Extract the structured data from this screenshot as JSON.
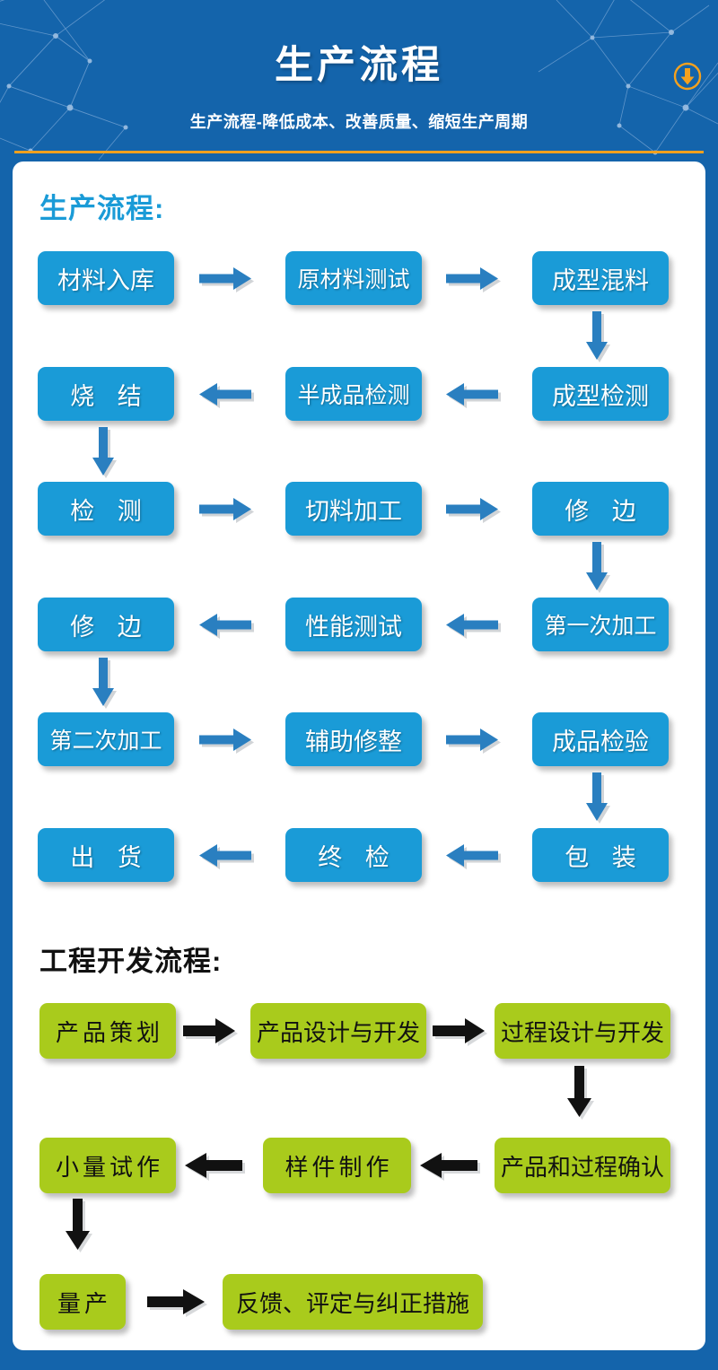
{
  "header": {
    "title": "生产流程",
    "subtitle": "生产流程-降低成本、改善质量、缩短生产周期",
    "download_icon": "download-circle-icon",
    "bg_color": "#1464ab",
    "rule_color": "#f0a01e",
    "icon_color": "#f5a11e"
  },
  "colors": {
    "blue_node": "#1a9bd7",
    "green_node": "#a9cb1c",
    "blue_heading": "#1a9bd7",
    "blue_arrow": "#2a7fc0",
    "black_arrow": "#111111",
    "card_bg": "#ffffff"
  },
  "production": {
    "heading": "生产流程:",
    "node_color": "#1a9bd7",
    "arrow_color": "#2a7fc0",
    "nodes": [
      {
        "id": "p1",
        "label": "材料入库",
        "row": 1,
        "col": 1
      },
      {
        "id": "p2",
        "label": "原材料测试",
        "row": 1,
        "col": 2
      },
      {
        "id": "p3",
        "label": "成型混料",
        "row": 1,
        "col": 3
      },
      {
        "id": "p4",
        "label": "成型检测",
        "row": 2,
        "col": 3
      },
      {
        "id": "p5",
        "label": "半成品检测",
        "row": 2,
        "col": 2
      },
      {
        "id": "p6",
        "label": "烧 结",
        "row": 2,
        "col": 1
      },
      {
        "id": "p7",
        "label": "检 测",
        "row": 3,
        "col": 1
      },
      {
        "id": "p8",
        "label": "切料加工",
        "row": 3,
        "col": 2
      },
      {
        "id": "p9",
        "label": "修 边",
        "row": 3,
        "col": 3
      },
      {
        "id": "p10",
        "label": "第一次加工",
        "row": 4,
        "col": 3
      },
      {
        "id": "p11",
        "label": "性能测试",
        "row": 4,
        "col": 2
      },
      {
        "id": "p12",
        "label": "修 边",
        "row": 4,
        "col": 1
      },
      {
        "id": "p13",
        "label": "第二次加工",
        "row": 5,
        "col": 1
      },
      {
        "id": "p14",
        "label": "辅助修整",
        "row": 5,
        "col": 2
      },
      {
        "id": "p15",
        "label": "成品检验",
        "row": 5,
        "col": 3
      },
      {
        "id": "p16",
        "label": "包 装",
        "row": 6,
        "col": 3
      },
      {
        "id": "p17",
        "label": "终 检",
        "row": 6,
        "col": 2
      },
      {
        "id": "p18",
        "label": "出 货",
        "row": 6,
        "col": 1
      }
    ],
    "flow_order": [
      "材料入库",
      "原材料测试",
      "成型混料",
      "成型检测",
      "半成品检测",
      "烧 结",
      "检 测",
      "切料加工",
      "修 边",
      "第一次加工",
      "性能测试",
      "修 边",
      "第二次加工",
      "辅助修整",
      "成品检验",
      "包 装",
      "终 检",
      "出 货"
    ]
  },
  "engineering": {
    "heading": "工程开发流程:",
    "node_color": "#a9cb1c",
    "arrow_color": "#111111",
    "nodes": [
      {
        "id": "e1",
        "label": "产品策划",
        "row": 1,
        "col": 1
      },
      {
        "id": "e2",
        "label": "产品设计与开发",
        "row": 1,
        "col": 2
      },
      {
        "id": "e3",
        "label": "过程设计与开发",
        "row": 1,
        "col": 3
      },
      {
        "id": "e4",
        "label": "产品和过程确认",
        "row": 2,
        "col": 3
      },
      {
        "id": "e5",
        "label": "样件制作",
        "row": 2,
        "col": 2
      },
      {
        "id": "e6",
        "label": "小量试作",
        "row": 2,
        "col": 1
      },
      {
        "id": "e7",
        "label": "量产",
        "row": 3,
        "col": 1
      },
      {
        "id": "e8",
        "label": "反馈、评定与纠正措施",
        "row": 3,
        "col": 2
      }
    ],
    "flow_order": [
      "产品策划",
      "产品设计与开发",
      "过程设计与开发",
      "产品和过程确认",
      "样件制作",
      "小量试作",
      "量产",
      "反馈、评定与纠正措施"
    ]
  }
}
